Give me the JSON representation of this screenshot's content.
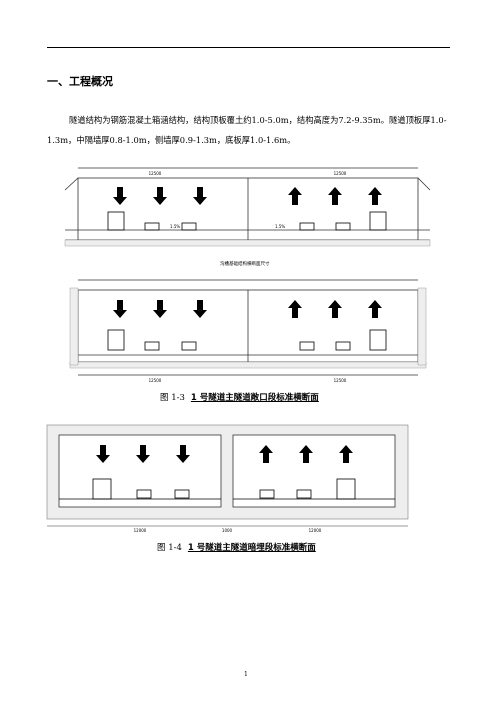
{
  "section_heading": "一、工程概况",
  "paragraph": "隧道结构为钢筋混凝土箱涵结构，结构顶板覆土约1.0-5.0m，结构高度为7.2-9.35m。隧道顶板厚1.0-1.3m，中隔墙厚0.8-1.0m，侧墙厚0.9-1.3m，底板厚1.0-1.6m。",
  "figure1": {
    "caption_num": "图 1-3",
    "caption_title": "1 号隧道主隧道敞口段标准横断面",
    "top_width_left": "12500",
    "top_width_right": "12500",
    "label_middle": "沟槽基础结构横断面尺寸",
    "slope_left": "1.5%",
    "slope_right": "1.5%",
    "bottom_left": "12500",
    "bottom_right": "12500"
  },
  "figure2": {
    "caption_num": "图 1-4",
    "caption_title": "1 号隧道主隧道暗埋段标准横断面",
    "bottom_left": "12000",
    "bottom_right": "12000",
    "bottom_mid": "1000"
  },
  "page_number": "1"
}
